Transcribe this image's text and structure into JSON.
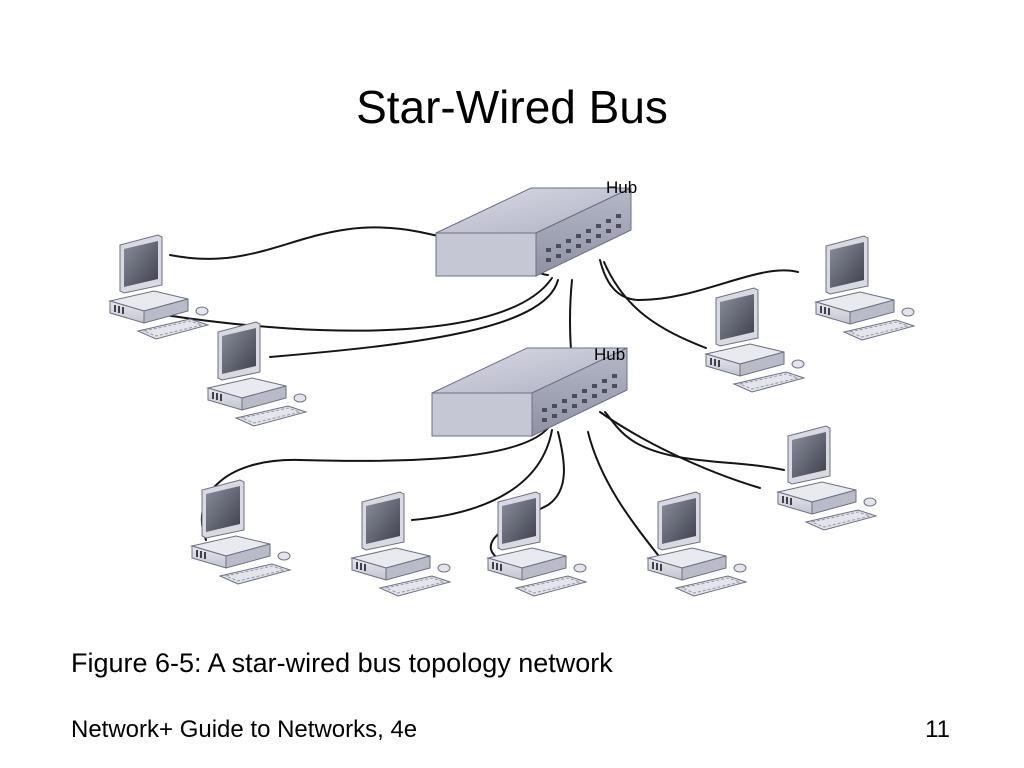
{
  "title": "Star-Wired Bus",
  "caption": "Figure 6-5: A star-wired bus topology network",
  "footer": {
    "left": "Network+ Guide to Networks, 4e",
    "page": "11"
  },
  "diagram": {
    "hubs": [
      {
        "id": "hub-top",
        "label": "Hub"
      },
      {
        "id": "hub-bottom",
        "label": "Hub"
      }
    ],
    "workstations": [
      {
        "id": "pc-1",
        "hub": "hub-top"
      },
      {
        "id": "pc-2",
        "hub": "hub-top"
      },
      {
        "id": "pc-3",
        "hub": "hub-top"
      },
      {
        "id": "pc-4",
        "hub": "hub-top"
      },
      {
        "id": "pc-5",
        "hub": "hub-bottom"
      },
      {
        "id": "pc-6",
        "hub": "hub-bottom"
      },
      {
        "id": "pc-7",
        "hub": "hub-bottom"
      },
      {
        "id": "pc-8",
        "hub": "hub-bottom"
      },
      {
        "id": "pc-9",
        "hub": "hub-bottom"
      }
    ],
    "links": [
      {
        "from": "hub-top",
        "to": "hub-bottom"
      }
    ]
  }
}
